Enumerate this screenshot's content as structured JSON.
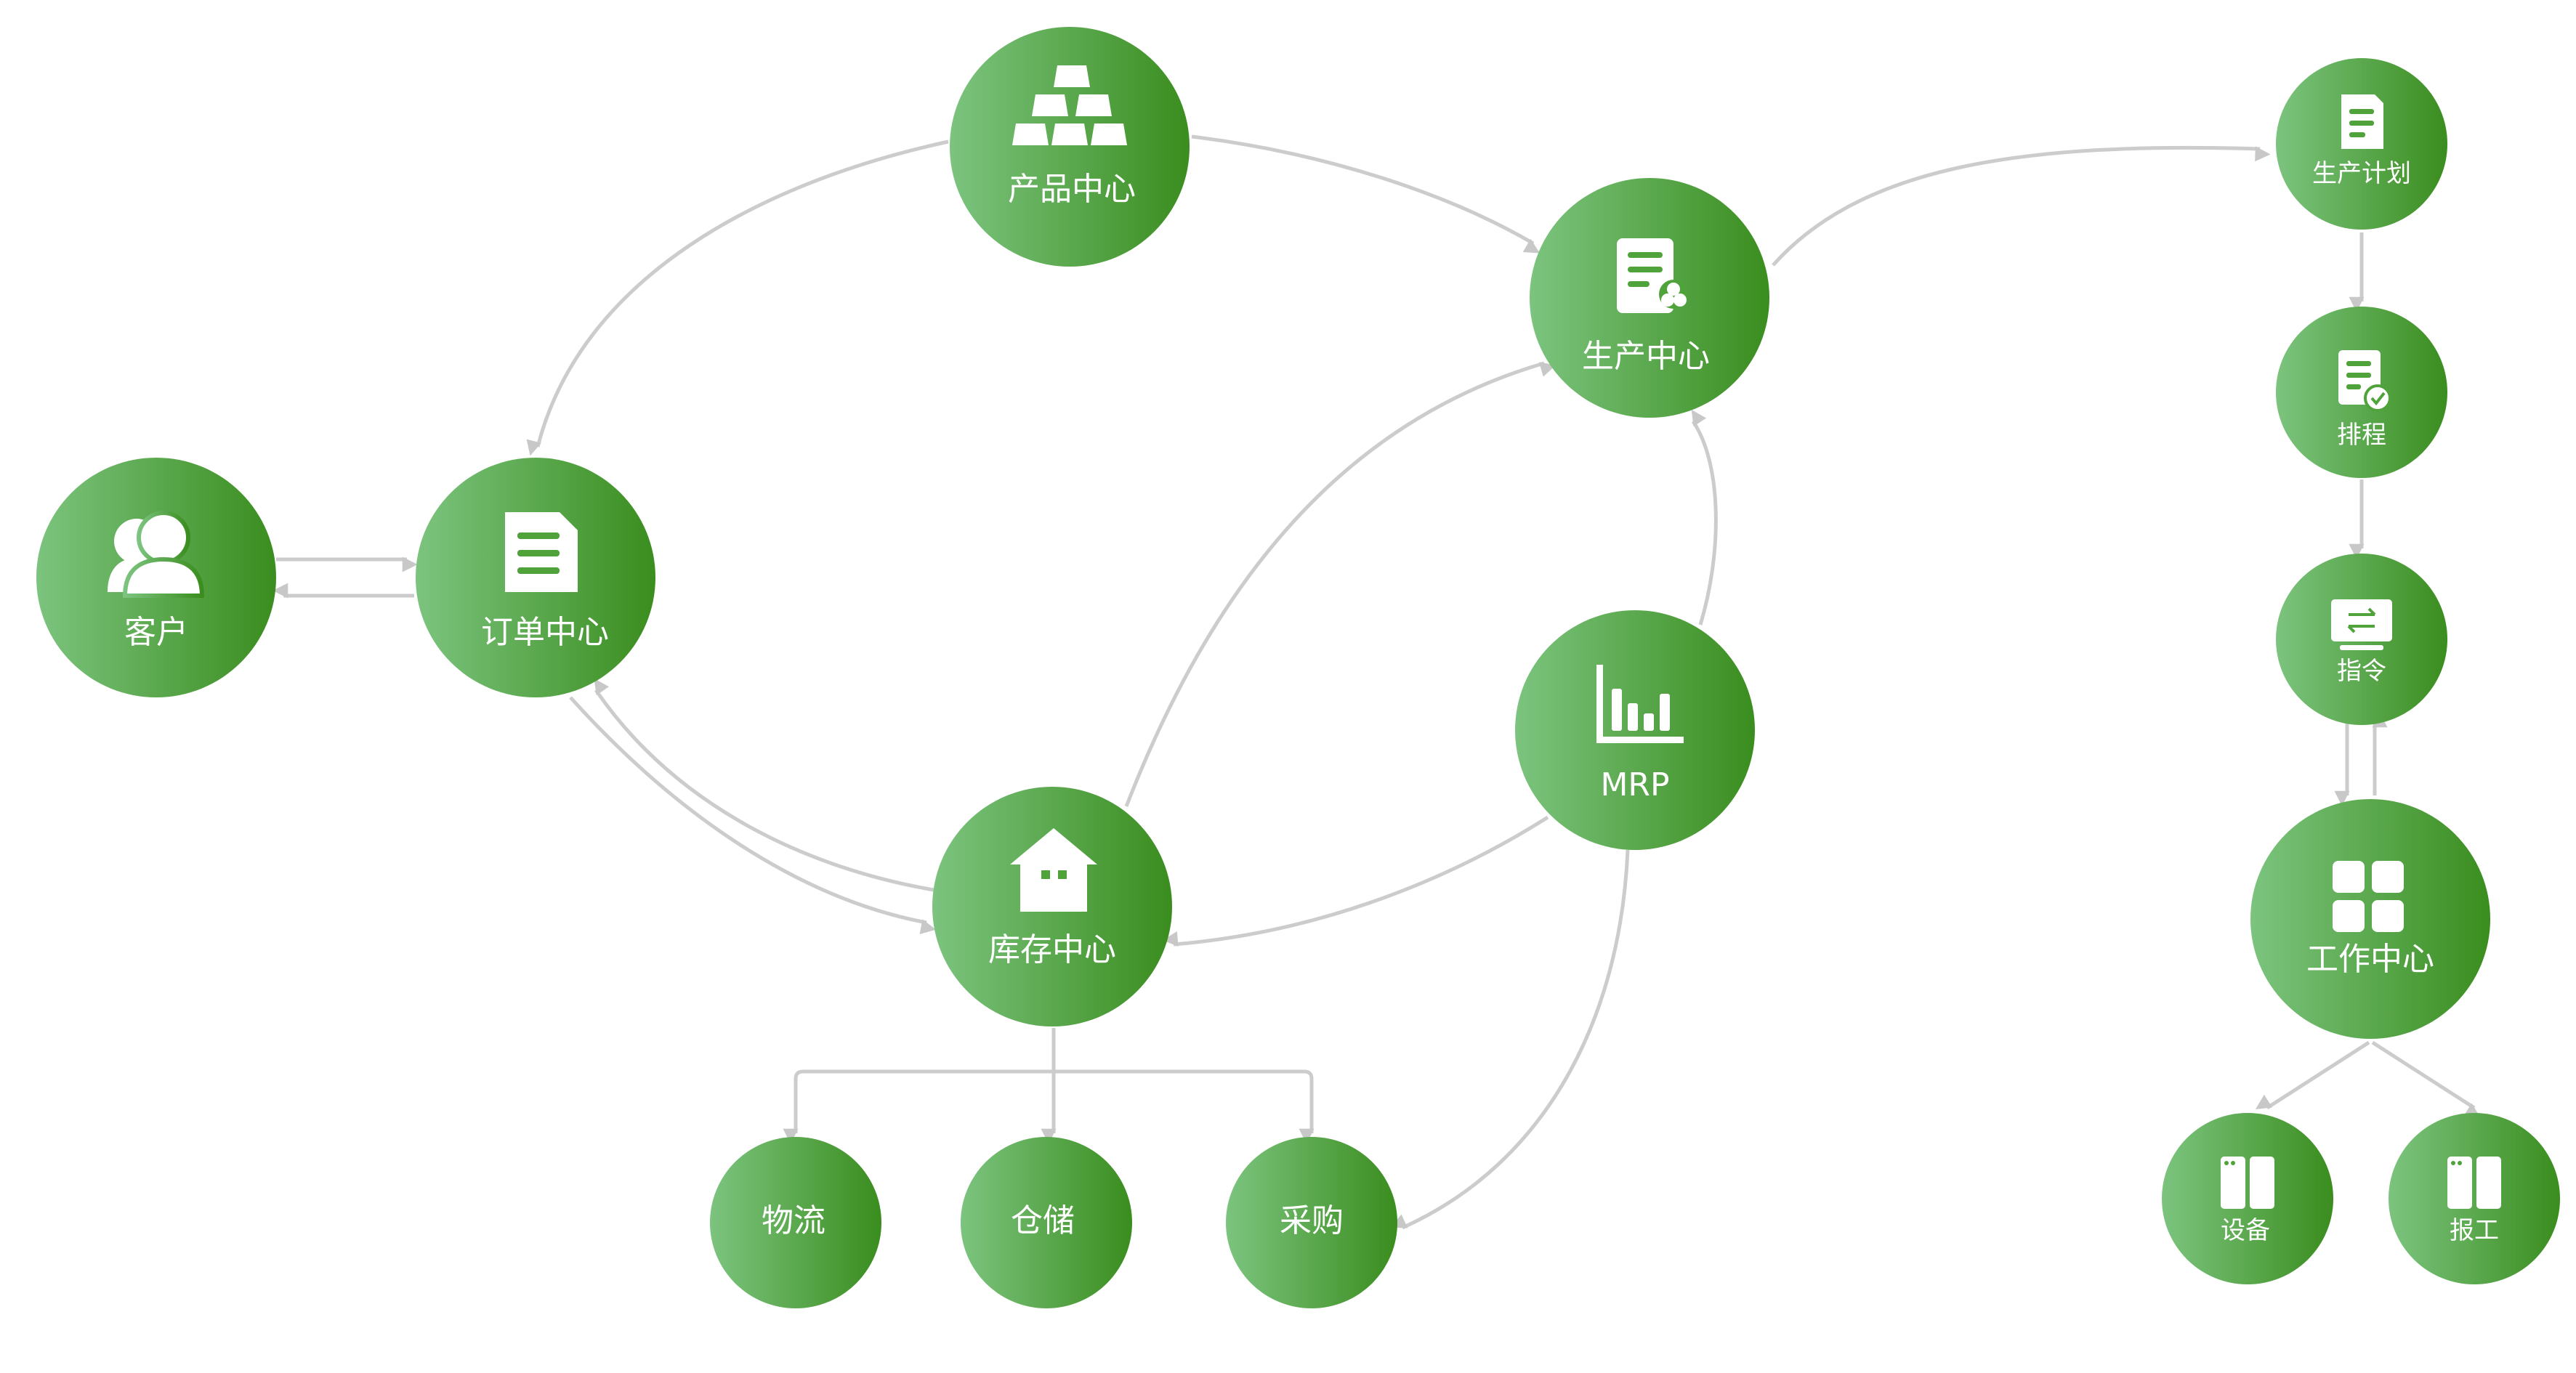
{
  "nodes": {
    "customer": {
      "label": "客户",
      "icon": "users-icon"
    },
    "order_center": {
      "label": "订单中心",
      "icon": "document-icon"
    },
    "product_center": {
      "label": "产品中心",
      "icon": "gold-bars-icon"
    },
    "production_center": {
      "label": "生产中心",
      "icon": "production-document-icon"
    },
    "inventory_center": {
      "label": "库存中心",
      "icon": "warehouse-icon"
    },
    "mrp": {
      "label": "MRP",
      "icon": "bar-chart-icon"
    },
    "logistics": {
      "label": "物流"
    },
    "storage": {
      "label": "仓储"
    },
    "purchasing": {
      "label": "采购"
    },
    "production_plan": {
      "label": "生产计划",
      "icon": "plan-document-icon"
    },
    "scheduling": {
      "label": "排程",
      "icon": "checked-document-icon"
    },
    "instruction": {
      "label": "指令",
      "icon": "monitor-transfer-icon"
    },
    "work_center": {
      "label": "工作中心",
      "icon": "grid-icon"
    },
    "equipment": {
      "label": "设备",
      "icon": "cabinet-icon"
    },
    "work_report": {
      "label": "报工",
      "icon": "cabinet-icon"
    }
  },
  "colors": {
    "node_gradient_start": "#7cc47f",
    "node_gradient_end": "#3a8d1e",
    "edge": "#cccccc",
    "text": "#ffffff"
  }
}
